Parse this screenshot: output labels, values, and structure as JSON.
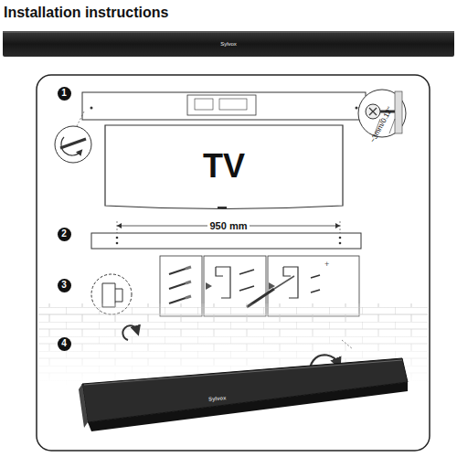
{
  "diagram": {
    "title": "Installation instructions",
    "labels": [
      "Sylvox",
      "1",
      "~3mm/0.12\"",
      "TV",
      "2",
      "950 mm",
      "3",
      "4",
      "Sylvox"
    ]
  }
}
